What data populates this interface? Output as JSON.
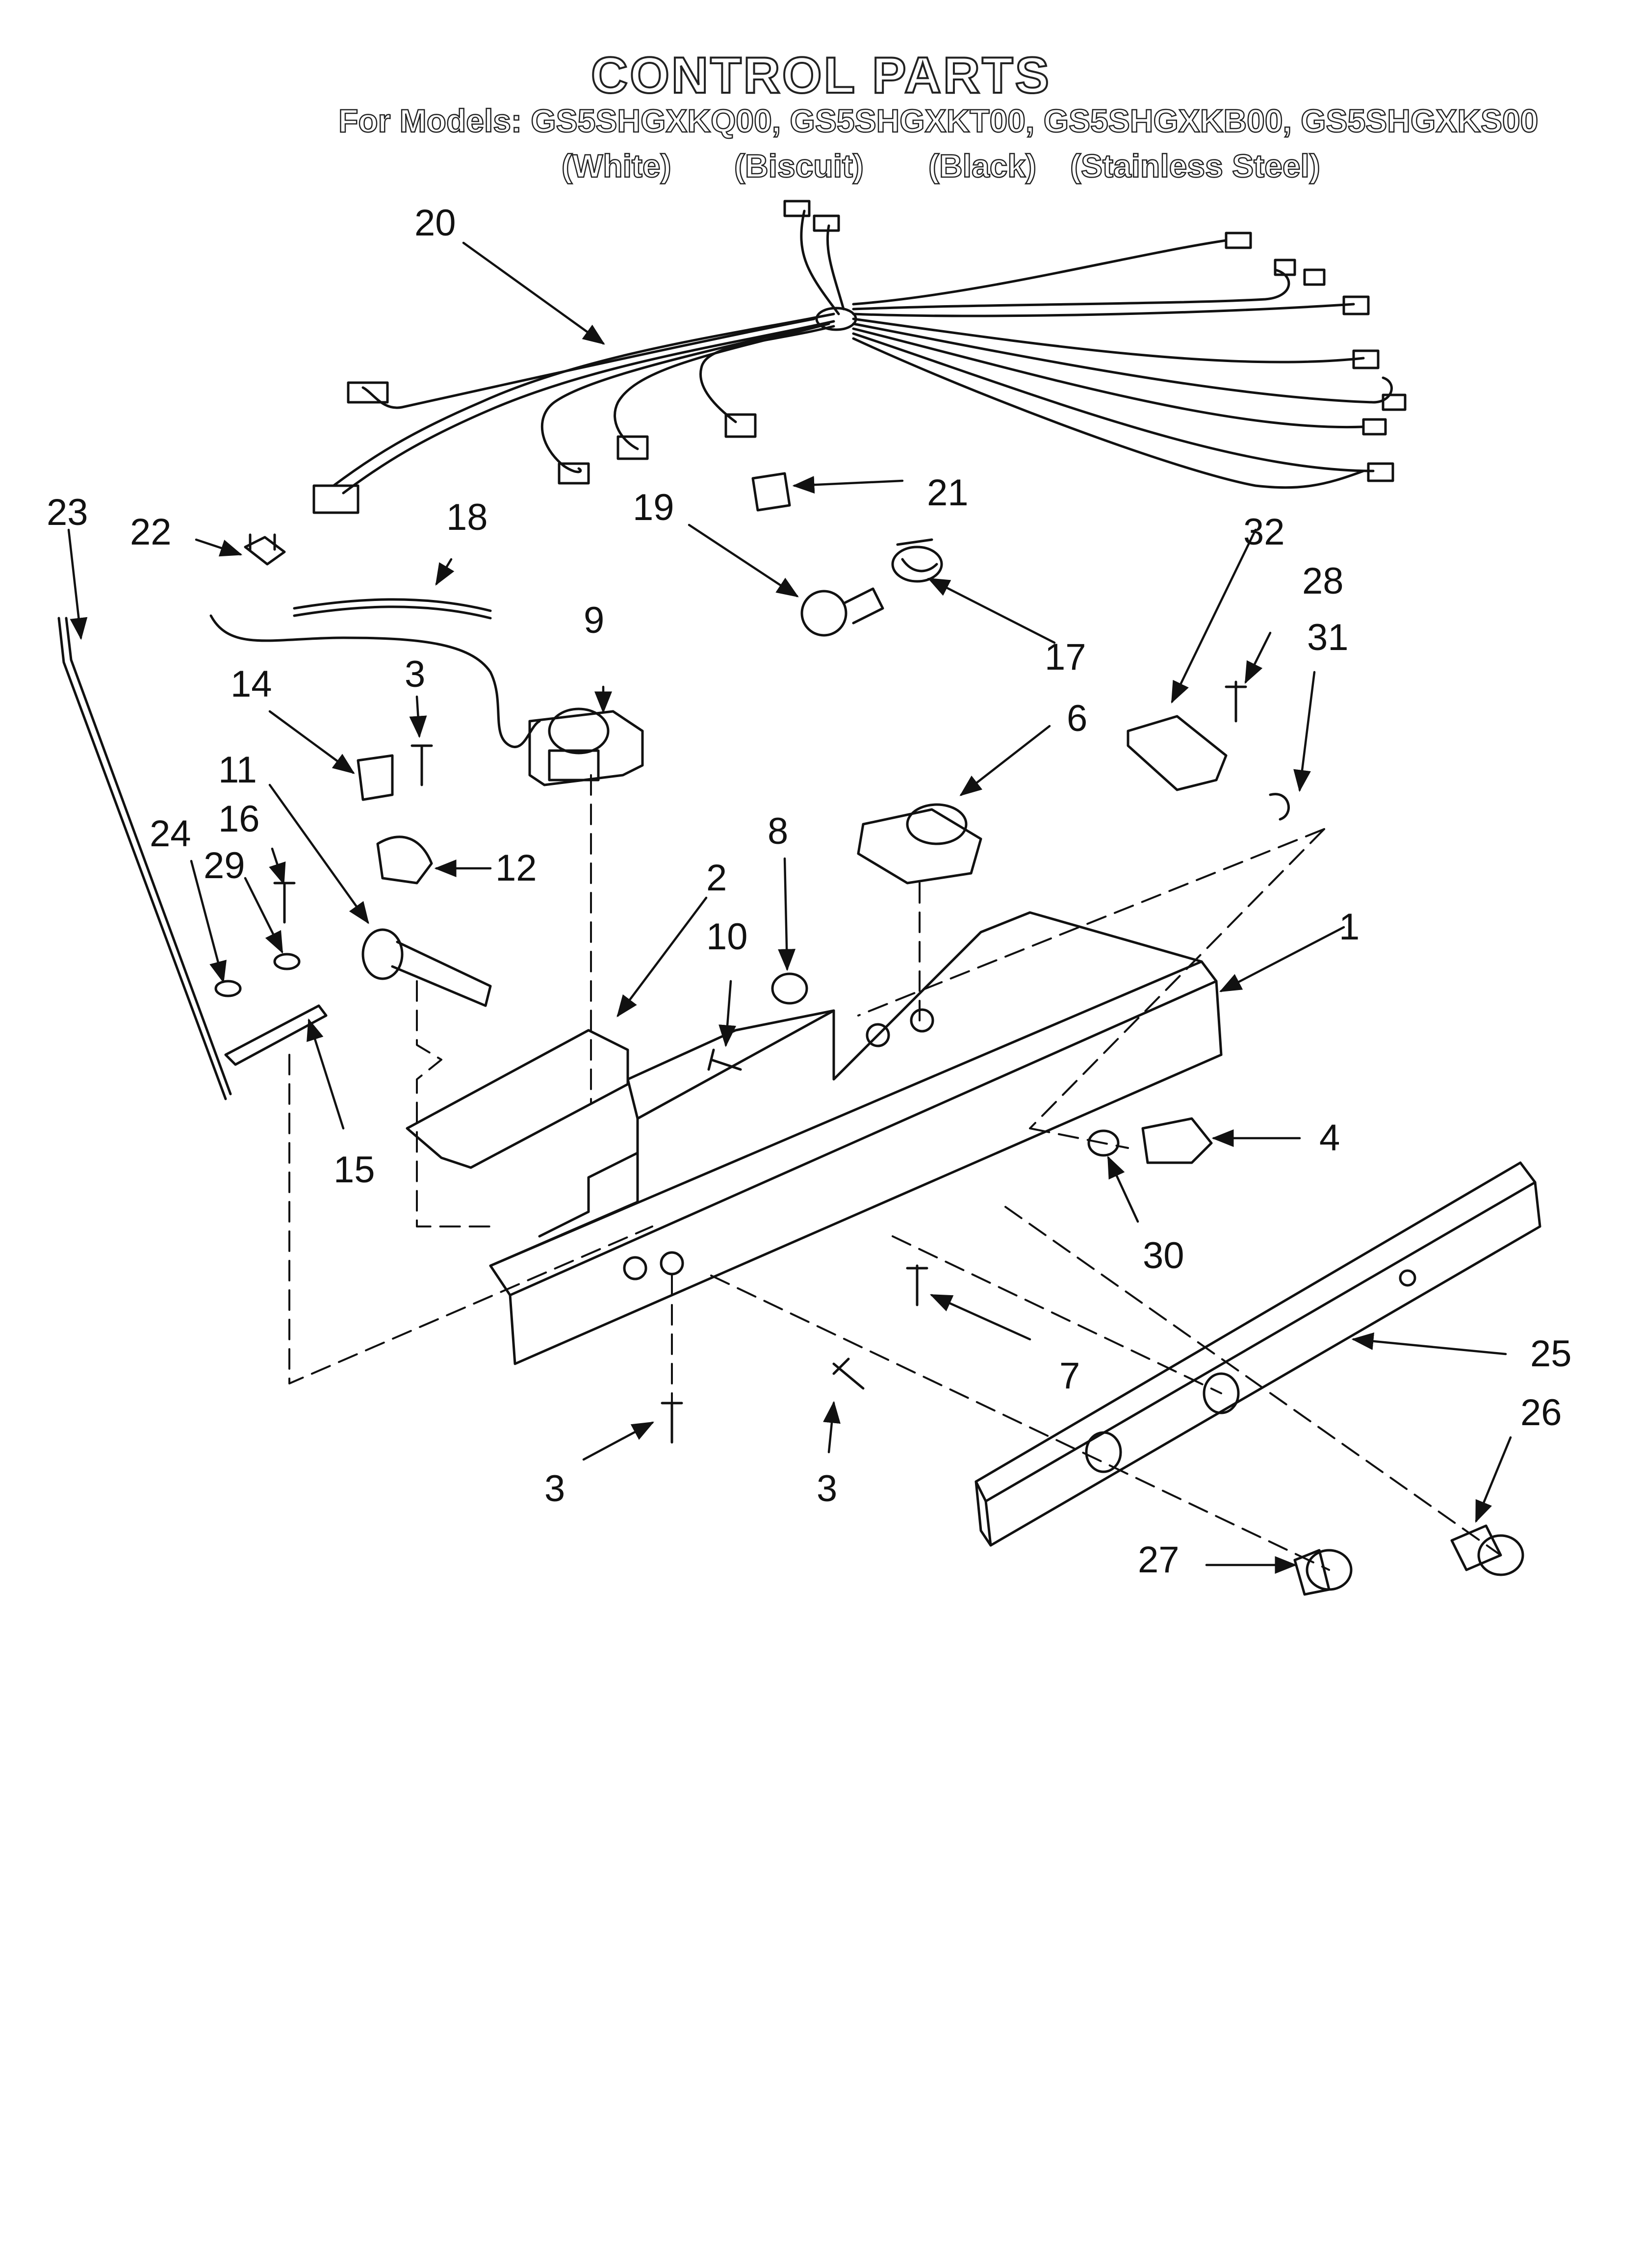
{
  "header": {
    "title": "CONTROL PARTS",
    "models": "For Models: GS5SHGXKQ00, GS5SHGXKT00, GS5SHGXKB00, GS5SHGXKS00",
    "variants": [
      "(White)",
      "(Biscuit)",
      "(Black)",
      "(Stainless Steel)"
    ]
  },
  "callouts": {
    "c1": "1",
    "c2": "2",
    "c3a": "3",
    "c3b": "3",
    "c3c": "3",
    "c4": "4",
    "c6": "6",
    "c7": "7",
    "c8": "8",
    "c9": "9",
    "c10": "10",
    "c11": "11",
    "c12": "12",
    "c14": "14",
    "c15": "15",
    "c16": "16",
    "c17": "17",
    "c18": "18",
    "c19": "19",
    "c20": "20",
    "c21": "21",
    "c22": "22",
    "c23": "23",
    "c24": "24",
    "c25": "25",
    "c26": "26",
    "c27": "27",
    "c28": "28",
    "c29": "29",
    "c30": "30",
    "c31": "31",
    "c32": "32"
  }
}
